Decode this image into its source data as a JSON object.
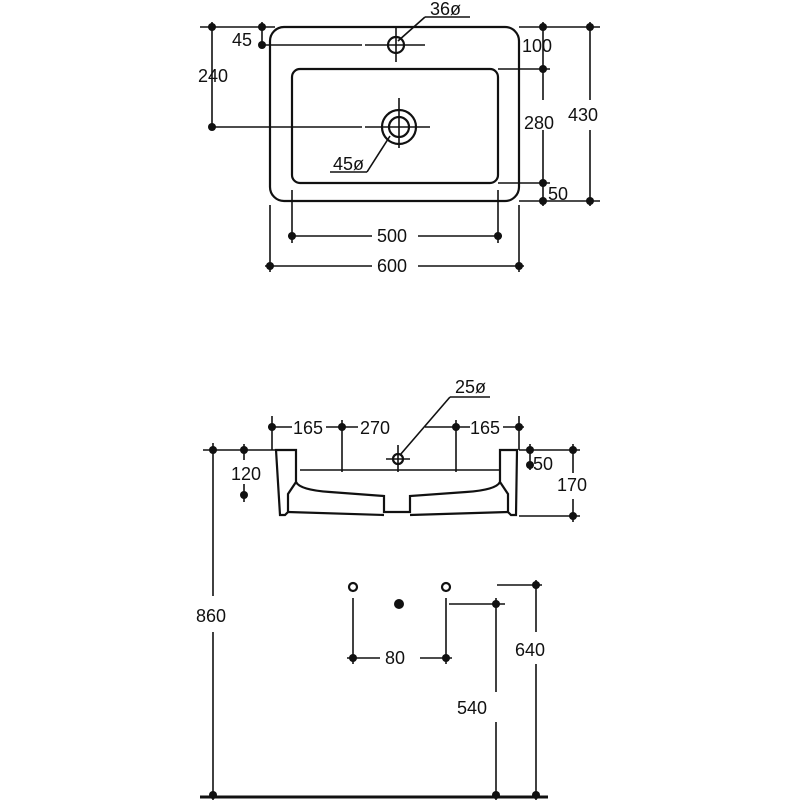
{
  "top_view": {
    "dim_tap_hole": "36ø",
    "dim_tap_hole_offset": "45",
    "dim_top_margin": "100",
    "dim_waste_offset": "240",
    "dim_bowl_depth": "280",
    "dim_overall_depth": "430",
    "dim_waste_hole": "45ø",
    "dim_bottom_margin": "50",
    "dim_bowl_width": "500",
    "dim_overall_width": "600"
  },
  "front_view": {
    "dim_hole": "25ø",
    "dim_left_spacing": "165",
    "dim_center_spacing": "270",
    "dim_right_spacing": "165",
    "dim_rim": "50",
    "dim_height": "170",
    "dim_hole_height": "120",
    "dim_mount_height": "860",
    "dim_bolt_spacing": "80",
    "dim_waste_height": "540",
    "dim_bolt_height": "640"
  },
  "colors": {
    "line": "#111111",
    "background": "#ffffff"
  }
}
